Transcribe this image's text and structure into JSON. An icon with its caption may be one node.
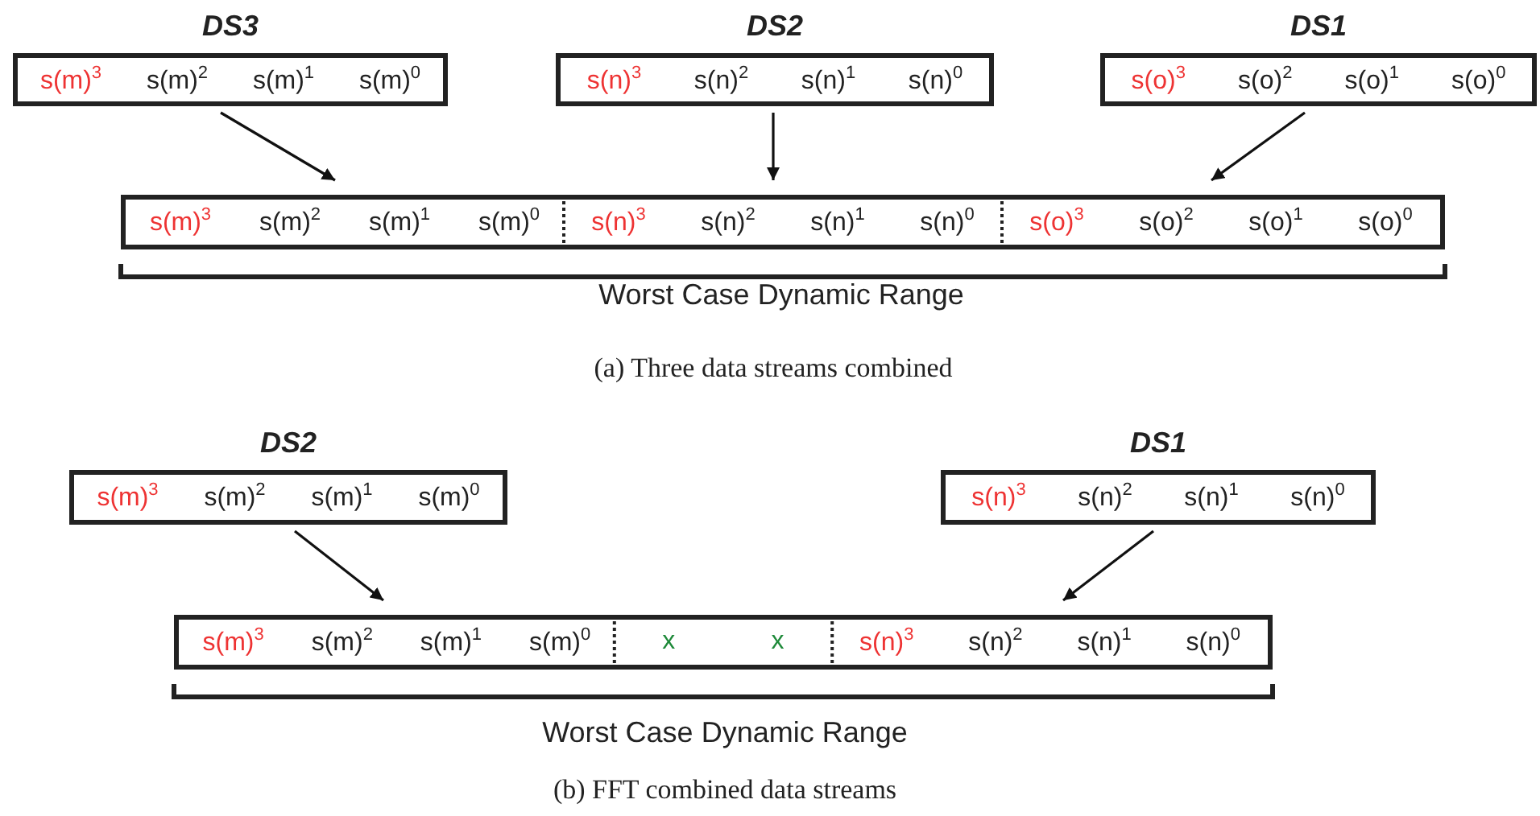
{
  "diagram": {
    "nodes": [
      {
        "text": [
          "DS3",
          "s(m)$^{3}$",
          "s(m)$^{2}$",
          "s(m)$^{1}$",
          "s(m)$^{0}$"
        ]
      },
      {
        "text": [
          "DS2",
          "s(n)$^{3}$",
          "s(n)$^{2}$",
          "s(n)$^{1}$",
          "s(n)$^{0}$"
        ]
      },
      {
        "text": [
          "DS1",
          "s(o)$^{3}$",
          "s(o)$^{2}$",
          "s(o)$^{1}$",
          "s(o)$^{0}$"
        ]
      },
      {
        "text": [
          "s(m)$^{3}$",
          "s(m)$^{2}$",
          "s(m)$^{1}$",
          "s(m)$^{0}$",
          "s(n)$^{3}$",
          "s(n)$^{2}$",
          "s(n)$^{1}$",
          "s(n)$^{0}$",
          "s(o)$^{3}$",
          "s(o)$^{2}$",
          "s(o)$^{1}$",
          "s(o)$^{0}$"
        ]
      },
      {
        "text": [
          "DS2",
          "s(m)$^{3}$",
          "s(m)$^{2}$",
          "s(m)$^{1}$",
          "s(m)$^{0}$"
        ]
      },
      {
        "text": [
          "DS1",
          "s(n)$^{3}$",
          "s(n)$^{2}$",
          "s(n)$^{1}$",
          "s(n)$^{0}$"
        ]
      },
      {
        "text": [
          "s(m)$^{3}$",
          "s(m)$^{2}$",
          "s(m)$^{1}$",
          "s(m)$^{0}$",
          "x",
          "x",
          "s(n)$^{3}$",
          "s(n)$^{2}$",
          "s(n)$^{1}$",
          "s(n)$^{0}$"
        ]
      }
    ],
    "edges": [
      {
        "from": 0,
        "to": 3,
        "arrow": "to"
      },
      {
        "from": 1,
        "to": 3,
        "arrow": "to"
      },
      {
        "from": 2,
        "to": 3,
        "arrow": "to"
      },
      {
        "from": 4,
        "to": 6,
        "arrow": "to"
      },
      {
        "from": 5,
        "to": 6,
        "arrow": "to"
      }
    ],
    "labels": [
      "Worst Case Dynamic Range",
      "(a) Three data streams combined",
      "Worst Case Dynamic Range",
      "(b) FFT combined data streams"
    ]
  }
}
